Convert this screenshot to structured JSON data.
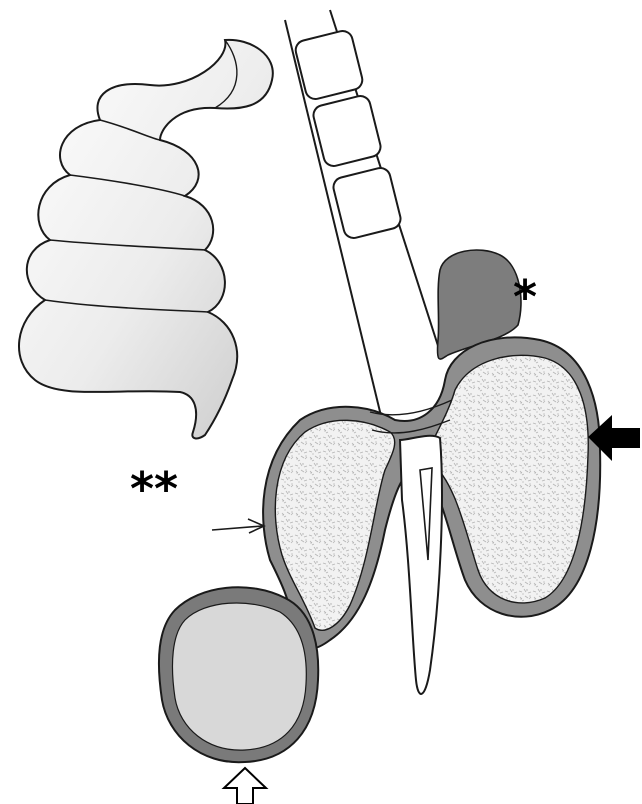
{
  "figure": {
    "markers": {
      "single_asterisk": "*",
      "double_asterisk": "**"
    },
    "colors": {
      "outline": "#1a1a1a",
      "background": "#ffffff",
      "dark_mass": "#7d7d7d",
      "capsule_wall": "#8e8e8e",
      "cyst_fill": "#d8d8d8",
      "speckled_fill": "#eeeeee",
      "bowel_light": "#f5f5f5",
      "bowel_dark": "#cfcfcf"
    },
    "arrows": [
      {
        "name": "thin-arrow",
        "style": "thin line arrow",
        "direction": "right"
      },
      {
        "name": "solid-black-arrow",
        "style": "solid black block arrow",
        "direction": "left"
      },
      {
        "name": "open-white-arrow",
        "style": "open outline block arrow",
        "direction": "up"
      }
    ]
  }
}
